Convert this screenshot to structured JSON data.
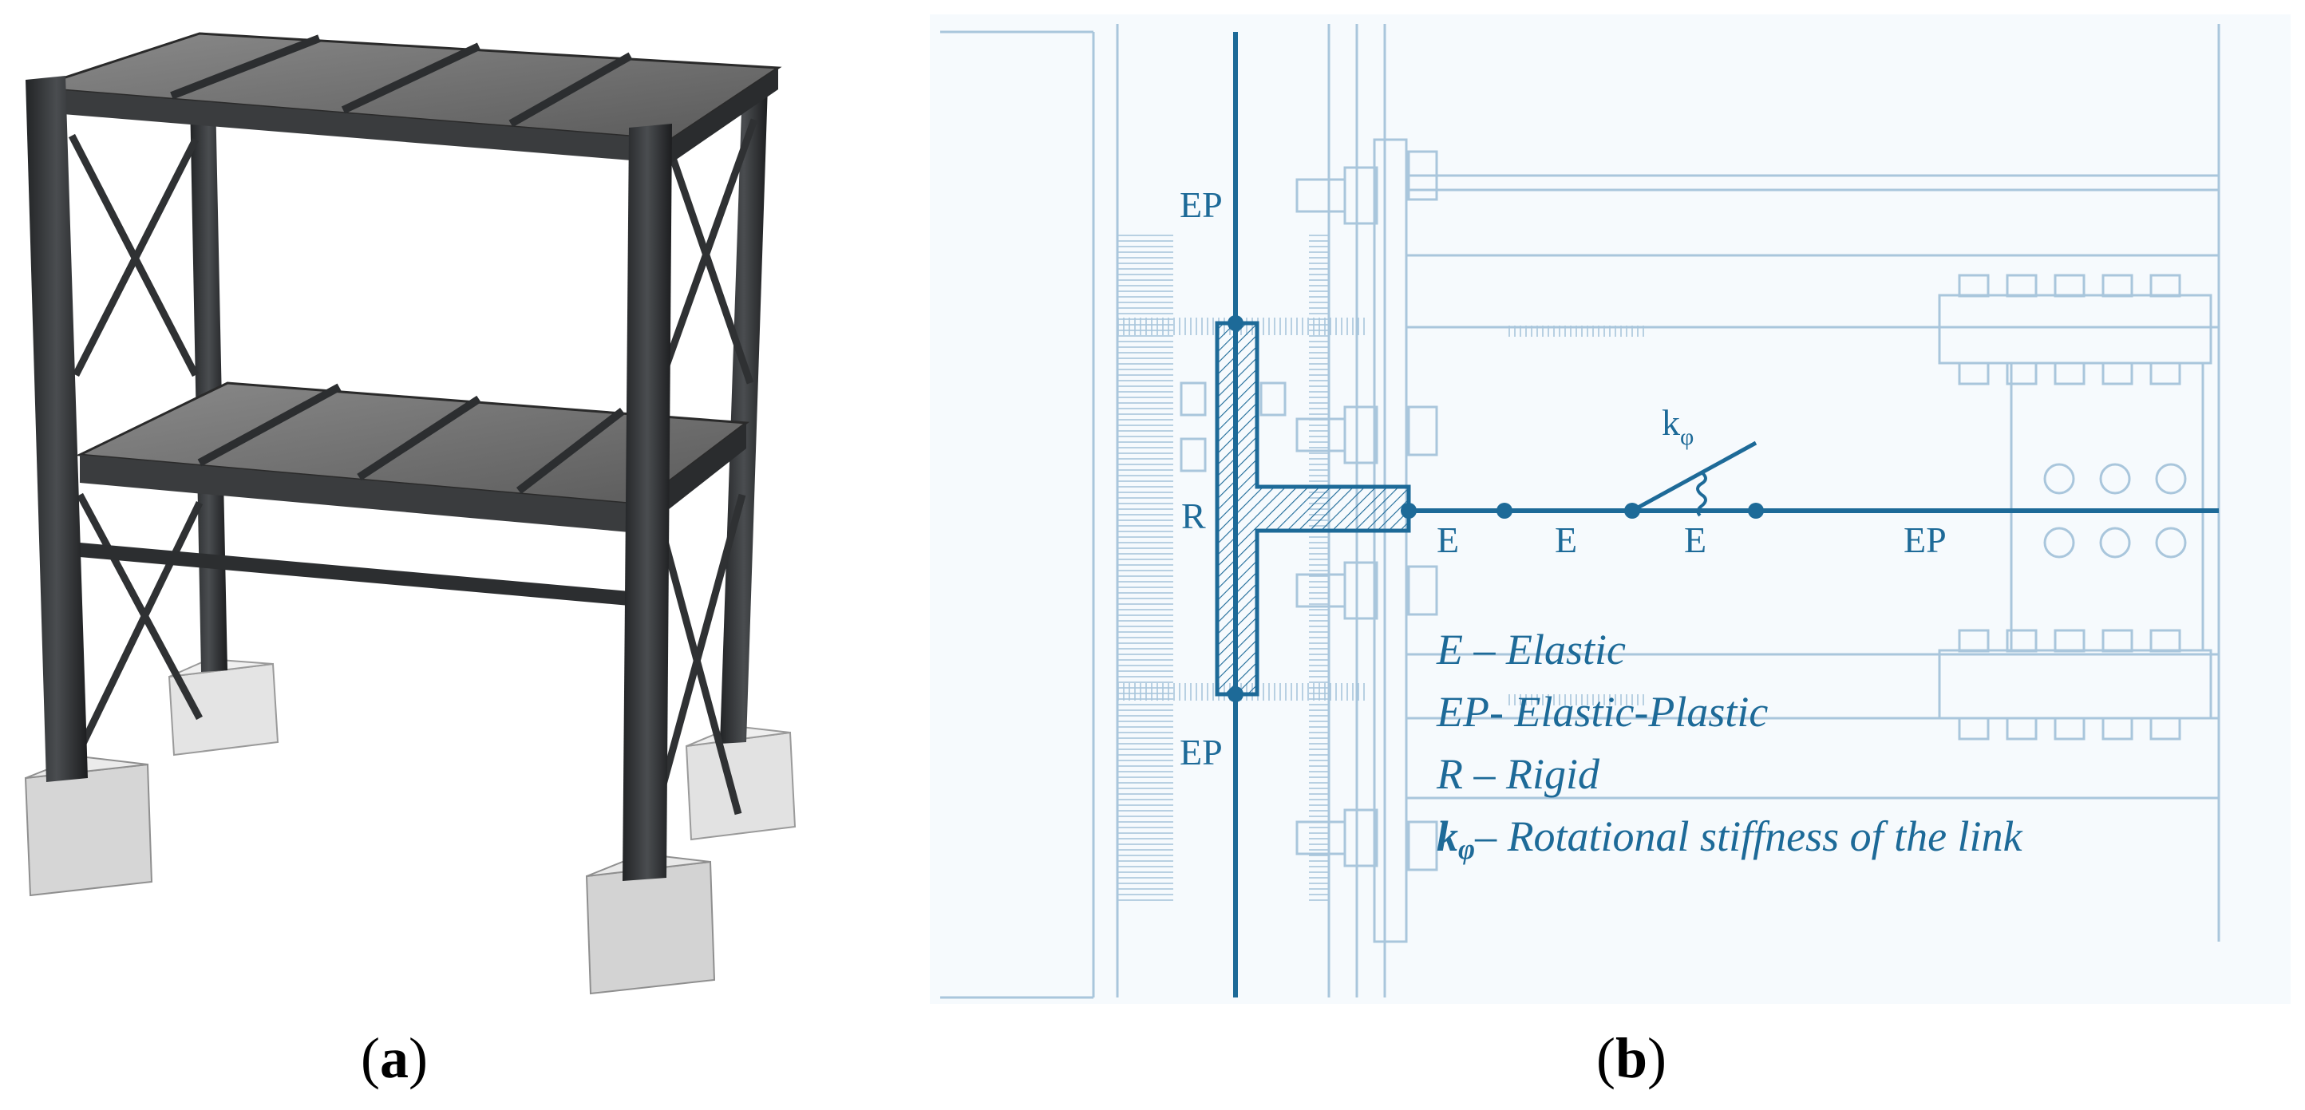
{
  "captions": {
    "a": {
      "open": "(",
      "letter": "a",
      "close": ")"
    },
    "b": {
      "open": "(",
      "letter": "b",
      "close": ")"
    }
  },
  "panel_b": {
    "node_labels": {
      "ep_top": "EP",
      "ep_bottom": "EP",
      "r": "R",
      "e1": "E",
      "e2": "E",
      "e3": "E",
      "ep_right": "EP",
      "k_main": "k",
      "k_sub": "φ"
    },
    "legend": [
      {
        "key": "E",
        "sep": " – ",
        "text": "Elastic"
      },
      {
        "key": "EP",
        "sep": "- ",
        "text": "Elastic-Plastic"
      },
      {
        "key": "R",
        "sep": " – ",
        "text": "Rigid"
      },
      {
        "key": "k",
        "key_sub": "φ",
        "sep": "– ",
        "text": "Rotational stiffness of the link"
      }
    ]
  },
  "colors": {
    "line_blue": "#1d6a98",
    "drawing_blue": "#a9c6dc",
    "background_panel_b": "#f6fafd",
    "steel_dark": "#2f3133",
    "slab_grey": "#6e6e6e",
    "footing_grey": "#d2d2d2"
  }
}
